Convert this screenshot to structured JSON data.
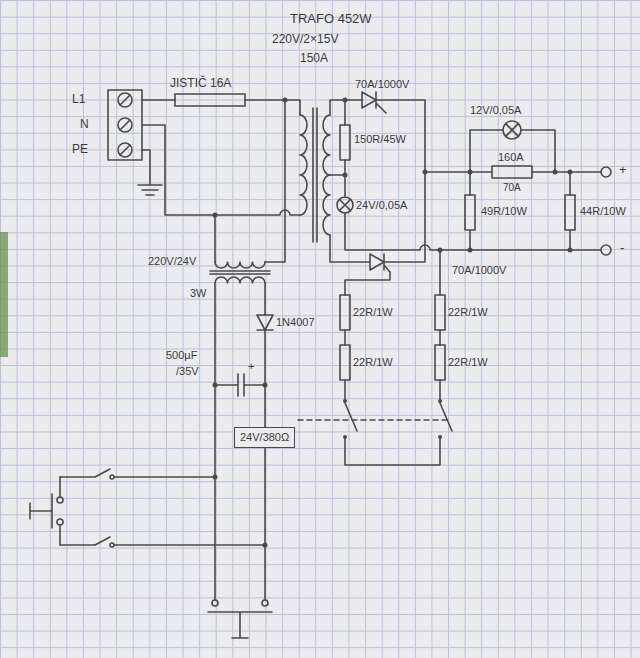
{
  "diagram": {
    "nodes": [
      {
        "text": [
          "24V/380Ω"
        ]
      }
    ],
    "labels": [
      "TRAFO 452W",
      "220V/2×15V",
      "150A",
      "JISTIČ 16A",
      "L1",
      "N",
      "PE",
      "70A/1000V",
      "150R/45W",
      "24V/0,05A",
      "70A/1000V",
      "12V/0,05A",
      "160A",
      "70A",
      "49R/10W",
      "44R/10W",
      "+",
      "-",
      "220V/24V",
      "3W",
      "1N4007",
      "500µF",
      "/35V",
      "+",
      "22R/1W",
      "22R/1W",
      "22R/1W",
      "22R/1W"
    ]
  }
}
